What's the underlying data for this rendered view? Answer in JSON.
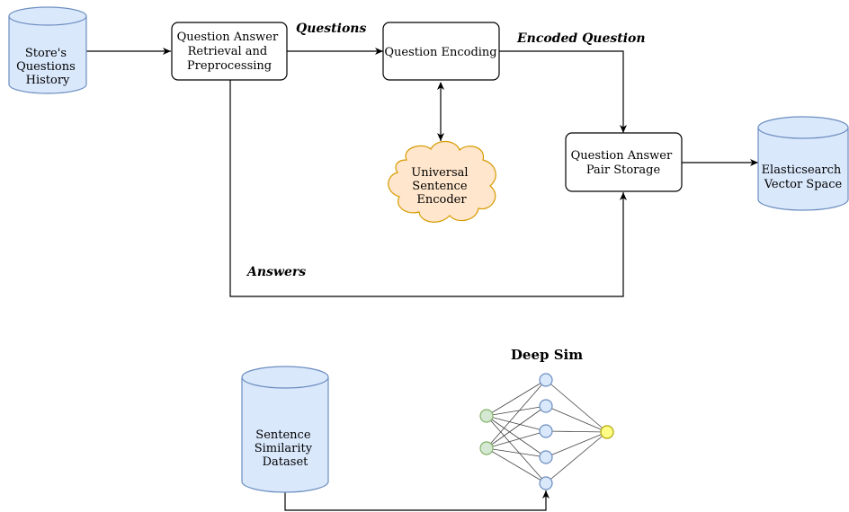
{
  "nodes": {
    "history_db": {
      "lines": [
        "Store's",
        "Questions",
        "History"
      ]
    },
    "retrieval": {
      "lines": [
        "Question Answer",
        "Retrieval and",
        "Preprocessing"
      ]
    },
    "encoding": {
      "lines": [
        "Question Encoding"
      ]
    },
    "use_cloud": {
      "lines": [
        "Universal",
        "Sentence",
        "Encoder"
      ]
    },
    "pair_storage": {
      "lines": [
        "Question Answer",
        "Pair Storage"
      ]
    },
    "es_db": {
      "lines": [
        "Elasticsearch",
        "Vector Space"
      ]
    },
    "similarity_db": {
      "lines": [
        "Sentence",
        "Similarity",
        "Dataset"
      ]
    },
    "deep_sim": {
      "title": "Deep Sim"
    }
  },
  "edges": {
    "questions": "Questions",
    "encoded_question": "Encoded Question",
    "answers": "Answers"
  },
  "colors": {
    "db_fill": "#dae8fc",
    "db_stroke": "#6c8ebf",
    "cloud_fill": "#ffe6cc",
    "cloud_stroke": "#d79b00",
    "input_neuron": "#d5e8d4",
    "input_neuron_stroke": "#82b366",
    "hidden_neuron": "#dae8fc",
    "output_neuron": "#ffff88",
    "output_neuron_stroke": "#b3a500"
  }
}
